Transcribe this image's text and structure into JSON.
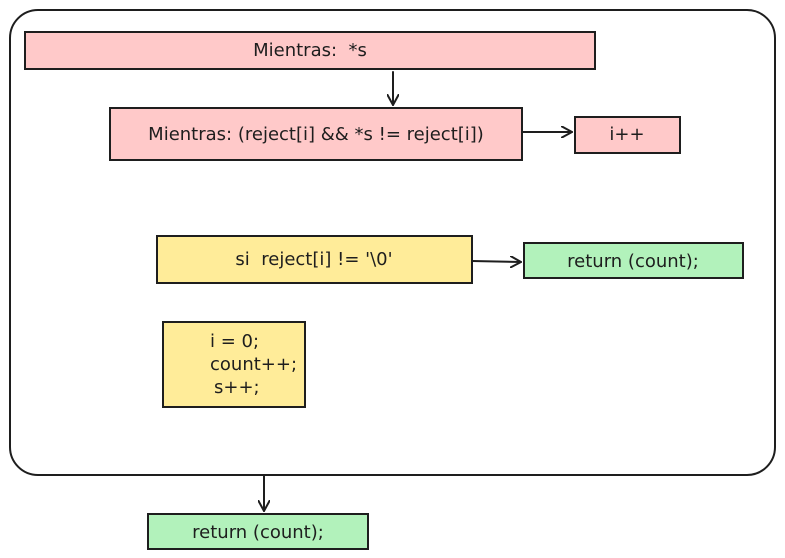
{
  "nodes": {
    "while_s": "Mientras:  *s",
    "while_reject": "Mientras: (reject[i] && *s != reject[i])",
    "increment_i": "i++",
    "if_reject_end": "si  reject[i] != '\\0'",
    "return_inner": "return (count);",
    "body_lines": [
      "i = 0;",
      "count++;",
      "s++;"
    ],
    "return_outer": "return (count);"
  },
  "colors": {
    "while_fill": "#ffc9c9",
    "if_fill": "#ffec99",
    "return_fill": "#b2f2bb",
    "stroke": "#1e1e1e"
  }
}
